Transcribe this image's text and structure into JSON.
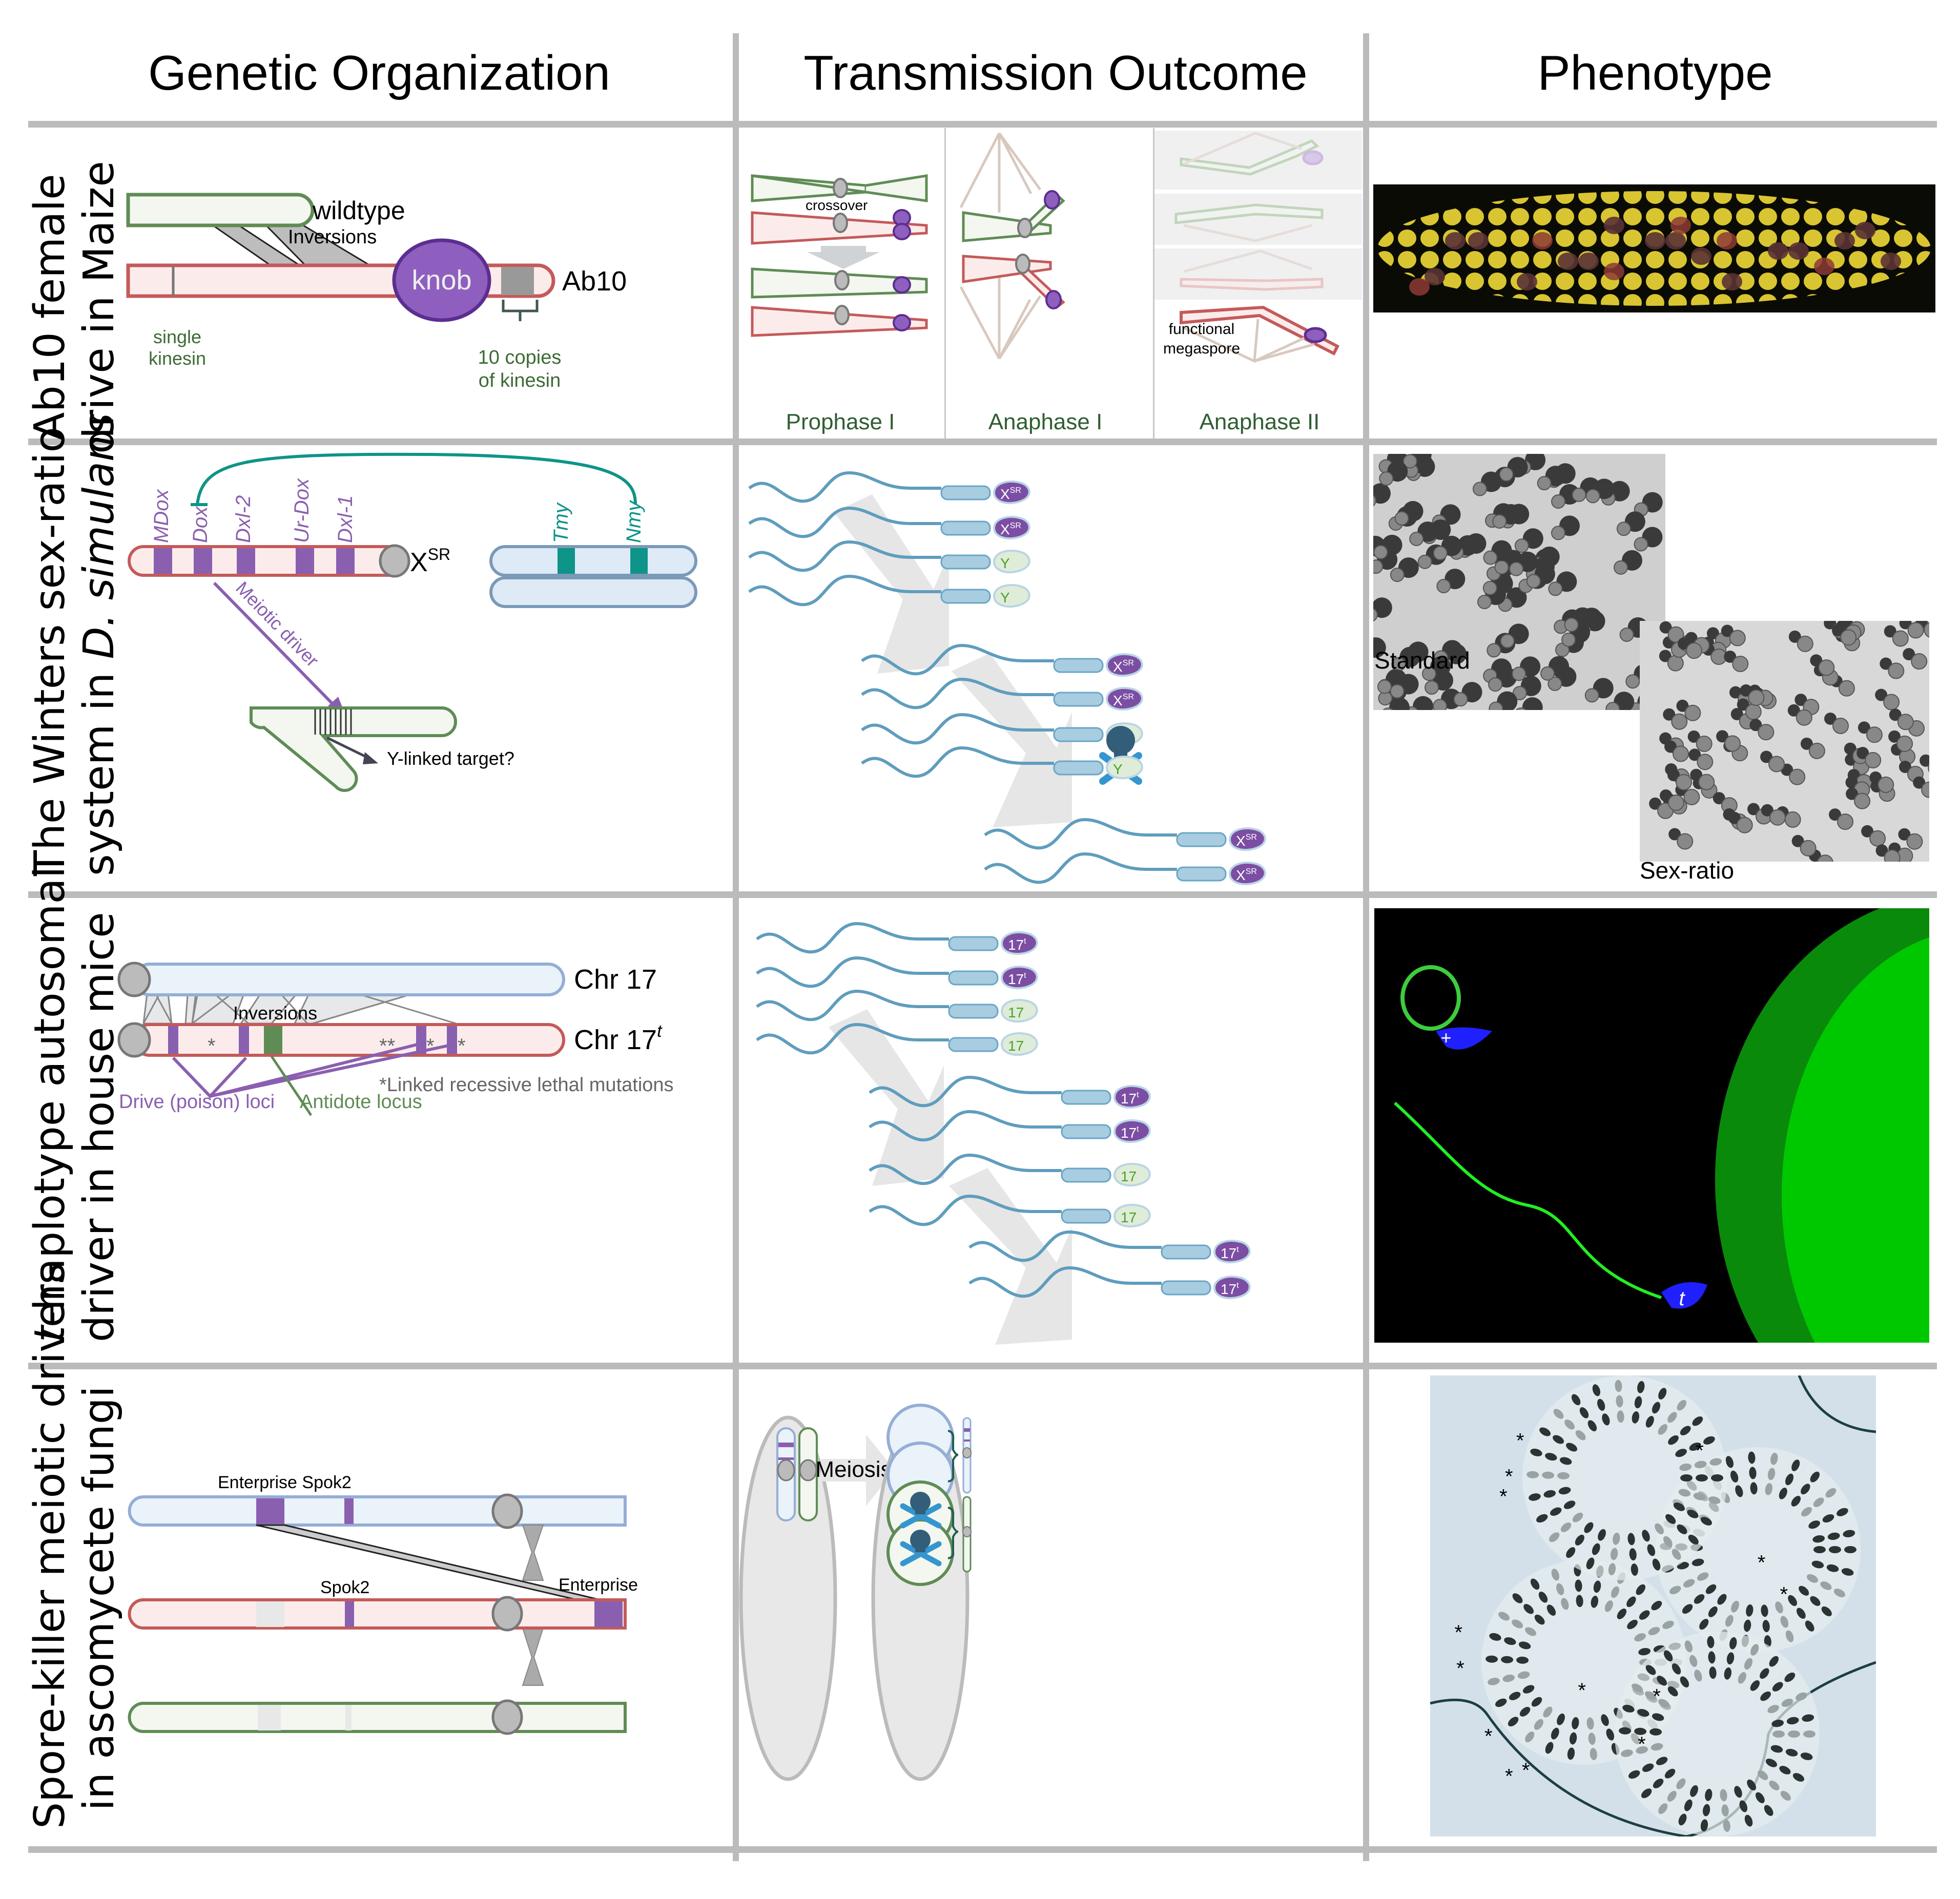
{
  "columns": {
    "genetic": "Genetic Organization",
    "transmission": "Transmission Outcome",
    "phenotype": "Phenotype"
  },
  "rows": [
    {
      "label_line1": "Ab10 female",
      "label_line2": "drive in Maize",
      "genetic": {
        "wildtype": "wildtype",
        "inversions": "Inversions",
        "knob": "knob",
        "ab10": "Ab10",
        "single_kinesin_1": "single",
        "single_kinesin_2": "kinesin",
        "copies_1": "10 copies",
        "copies_2": "of kinesin"
      },
      "transmission": {
        "crossover": "crossover",
        "functional_1": "functional",
        "functional_2": "megaspore",
        "stages": [
          "Prophase I",
          "Anaphase I",
          "Anaphase II"
        ]
      },
      "phenotype": {
        "image": "maize-ear-photo"
      }
    },
    {
      "label_line1": "The Winters sex-ratio",
      "label_line2_pre": "system in ",
      "label_line2_italic": "D. simulans",
      "genetic": {
        "loci_x": [
          "MDox",
          "Dox",
          "Dxl-2",
          "Ur-Dox",
          "Dxl-1"
        ],
        "loci_y": [
          "Tmy",
          "Nmy"
        ],
        "xsr_base": "X",
        "xsr_sup": "SR",
        "meiotic_driver": "Meiotic driver",
        "y_target": "Y-linked target?"
      },
      "transmission": {
        "sperm_top": [
          "XSR",
          "XSR",
          "Y",
          "Y"
        ],
        "sperm_mid": [
          "XSR",
          "XSR",
          "Y",
          "Y"
        ],
        "sperm_bottom": [
          "XSR",
          "XSR"
        ],
        "x_base": "X",
        "x_sup": "SR",
        "y_label": "Y"
      },
      "phenotype": {
        "standard": "Standard",
        "sex_ratio": "Sex-ratio"
      }
    },
    {
      "label_line1_italic": "t",
      "label_line1_rest": "-haplotype autosomal",
      "label_line2": "driver in house mice",
      "genetic": {
        "chr17": "Chr 17",
        "chr17t_base": "Chr 17",
        "chr17t_sup": "t",
        "inversions": "Inversions",
        "lethal": "*Linked recessive lethal mutations",
        "drive_loci": "Drive (poison) loci",
        "antidote": "Antidote locus",
        "star": "*",
        "double_star": "**"
      },
      "transmission": {
        "t_base": "17",
        "t_sup": "t",
        "wt": "17"
      },
      "phenotype": {
        "plus": "+",
        "t": "t"
      }
    },
    {
      "label_line1": "Spore-killer meiotic drivers",
      "label_line2": "in ascomycete fungi",
      "genetic": {
        "enterprise_spok2": "Enterprise Spok2",
        "spok2": "Spok2",
        "enterprise": "Enterprise"
      },
      "transmission": {
        "meiosis": "Meiosis"
      },
      "phenotype": {
        "marker": "*"
      }
    }
  ],
  "colors": {
    "grid": "#bbbbbb",
    "green": "#5f8c55",
    "green_fill": "#f3f7f0",
    "red": "#c45a5a",
    "red_fill": "#fbeceb",
    "purple": "#8a5fb0",
    "blue": "#94aed6",
    "blue_fill": "#eaf1fa",
    "teal": "#0e9488",
    "stage_text": "#2f5e31",
    "sperm": "#6aa6c6"
  }
}
